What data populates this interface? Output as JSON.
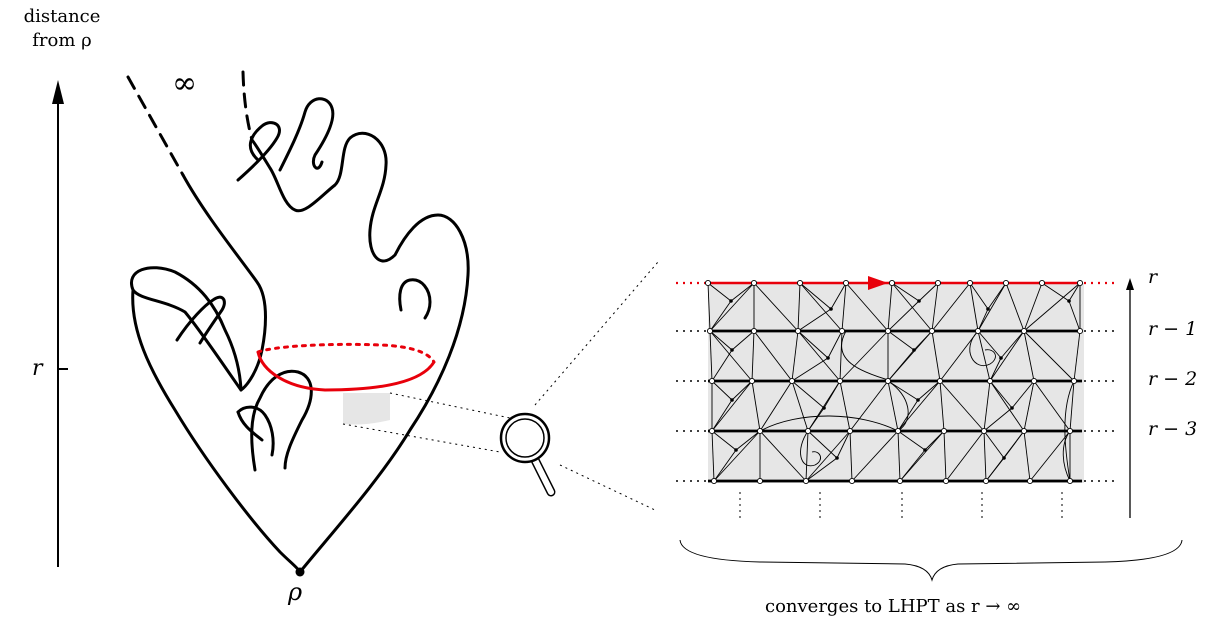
{
  "axis": {
    "title_line1": "distance",
    "title_line2": "from ρ",
    "tick_label": "r",
    "root_label": "ρ",
    "infinity_label": "∞"
  },
  "layers": {
    "labels": [
      "r",
      "r − 1",
      "r − 2",
      "r − 3"
    ]
  },
  "caption": "converges to LHPT as r → ∞",
  "colors": {
    "ink": "#000000",
    "boundary": "#e8000b",
    "shade": "#e6e6e6"
  },
  "icons": {
    "zoom": "magnifying-glass-icon"
  }
}
